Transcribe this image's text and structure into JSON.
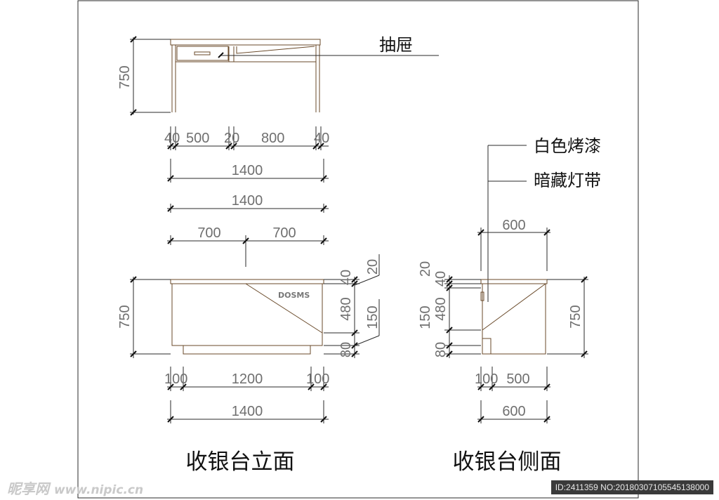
{
  "labels": {
    "drawer": "抽屉",
    "paint": "白色烤漆",
    "light": "暗藏灯带",
    "logo": "DOSMS"
  },
  "titles": {
    "elevation": "收银台立面",
    "side": "收银台侧面"
  },
  "top_view_dims": {
    "height": "750",
    "widths": [
      "40",
      "500",
      "20",
      "800",
      "40"
    ],
    "total": "1400"
  },
  "elevation_dims": {
    "top_total": "1400",
    "top_halves": [
      "700",
      "700"
    ],
    "height": "750",
    "right_stack": [
      "40",
      "480",
      "80"
    ],
    "right_extra": [
      "20",
      "150"
    ],
    "bottom_parts": [
      "100",
      "1200",
      "100"
    ],
    "bottom_total": "1400"
  },
  "side_dims": {
    "top": "600",
    "left_stack": [
      "20",
      "40",
      "150",
      "480",
      "80"
    ],
    "height": "750",
    "bottom_parts": [
      "100",
      "500"
    ],
    "bottom_total": "600"
  },
  "watermark": {
    "site": "昵享网",
    "url": "www.nipic.cn",
    "id": "ID:2411359 NO:20180307105545138000"
  }
}
